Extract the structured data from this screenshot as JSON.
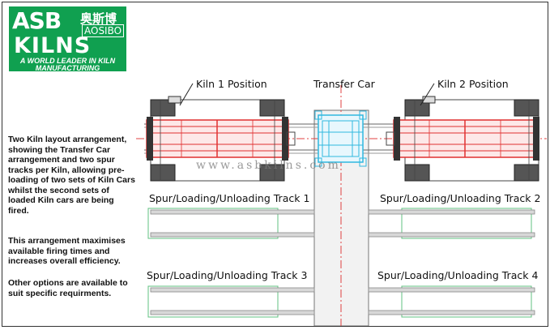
{
  "logo": {
    "asb": "ASB",
    "chinese": "奥斯博",
    "aosibo": "AOSIBO",
    "kilns": "KILNS",
    "tagline_1": "A WORLD LEADER IN KILN",
    "tagline_2": "MANUFACTURING",
    "color": "#10a050"
  },
  "description": [
    "Two Kiln layout arrangement, showing the Transfer Car arrangement and two spur tracks per Kiln, allowing pre-loading of two sets of Kiln Cars whilst the second sets of loaded Kiln cars are being fired.",
    "This arrangement maximises available firing times and increases overall efficiency.",
    "Other options are available to suit specific requirments."
  ],
  "labels": {
    "kiln1": "Kiln 1 Position",
    "transfer_car": "Transfer Car",
    "kiln2": "Kiln 2 Position",
    "track1": "Spur/Loading/Unloading Track 1",
    "track2": "Spur/Loading/Unloading Track 2",
    "track3": "Spur/Loading/Unloading Track 3",
    "track4": "Spur/Loading/Unloading Track 4"
  },
  "watermark": "www.asbkilns.com",
  "colors": {
    "kiln_red": "#e03030",
    "transfer_cyan": "#30b8e0",
    "track_green": "#60c080",
    "centerline": "#e04040"
  }
}
